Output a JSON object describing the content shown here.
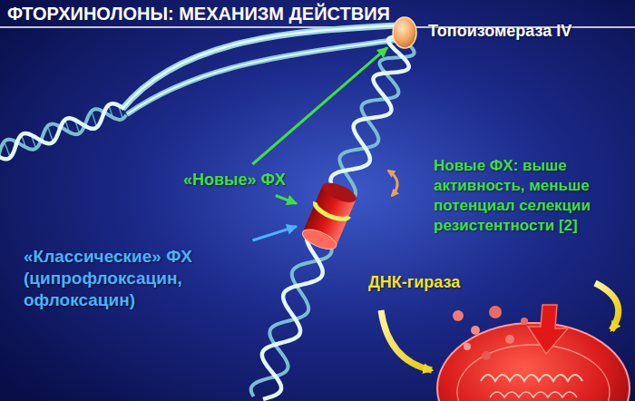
{
  "diagram": {
    "title": "ФТОРХИНОЛОНЫ: МЕХАНИЗМ ДЕЙСТВИЯ",
    "nodes": [
      {
        "text": [
          "Топоизомераза IV"
        ]
      },
      {
        "text": [
          "«Новые» ФХ"
        ]
      },
      {
        "text": [
          "«Классические» ФХ (ципрофлоксацин, офлоксацин)"
        ]
      },
      {
        "text": [
          "ДНК-гираза"
        ]
      }
    ],
    "edges": [
      {
        "from": 1,
        "to": 0,
        "arrow": "to"
      },
      {
        "from": 1,
        "to": 3,
        "arrow": "to"
      },
      {
        "from": 2,
        "to": 3,
        "arrow": "to"
      }
    ],
    "labels": [
      "Новые ФХ: выше активность, меньше потенциал селекции резистентности [2]"
    ]
  }
}
